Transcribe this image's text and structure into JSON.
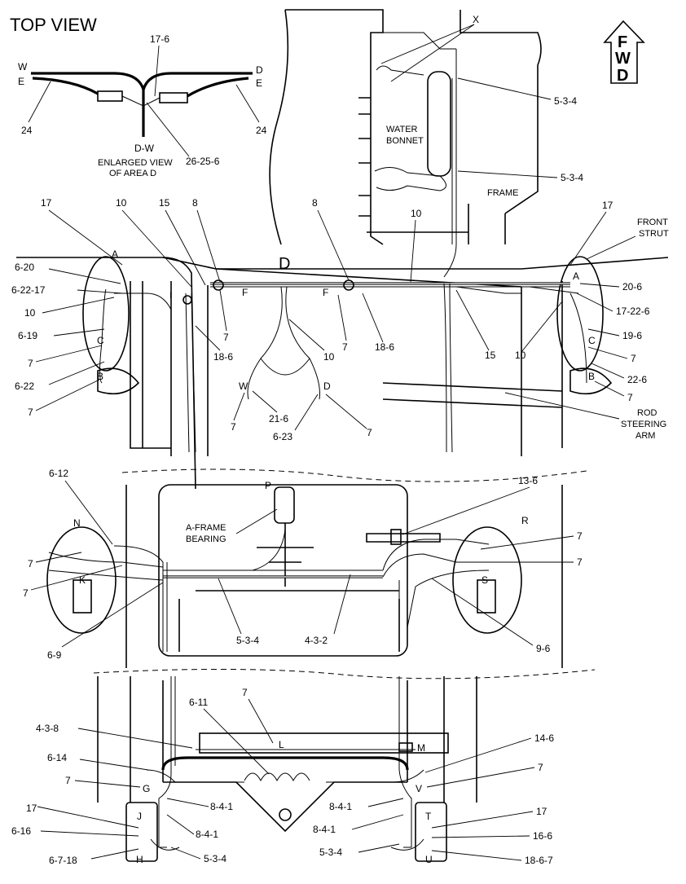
{
  "title": "TOP VIEW",
  "fwd_letters": [
    "F",
    "W",
    "D"
  ],
  "enlarged": {
    "line1": "ENLARGED VIEW",
    "line2": "OF AREA D",
    "w": "W",
    "e_left": "E",
    "d": "D",
    "e_right": "E",
    "dw": "D-W",
    "c17_6": "17-6",
    "c24_left": "24",
    "c24_right": "24",
    "c26_25_6": "26-25-6"
  },
  "text_labels": {
    "x": "X",
    "water_bonnet_1": "WATER",
    "water_bonnet_2": "BONNET",
    "frame": "FRAME",
    "front_strut_1": "FRONT",
    "front_strut_2": "STRUT",
    "rod_1": "ROD",
    "rod_2": "STEERING",
    "rod_3": "ARM",
    "aframe_1": "A-FRAME",
    "aframe_2": "BEARING",
    "area_d": "D"
  },
  "point_letters": {
    "A_left": "A",
    "A_right": "A",
    "B_left": "B",
    "B_right": "B",
    "C_left": "C",
    "C_right": "C",
    "F_left": "F",
    "F_right": "F",
    "W": "W",
    "D": "D",
    "I": "I",
    "P": "P",
    "N": "N",
    "R": "R",
    "K": "K",
    "S": "S",
    "L": "L",
    "M": "M",
    "G": "G",
    "V": "V",
    "J": "J",
    "T": "T",
    "H": "H",
    "U": "U"
  },
  "callouts": {
    "c5_3_4_a": "5-3-4",
    "c5_3_4_b": "5-3-4",
    "c17_left": "17",
    "c10_top": "10",
    "c15_top": "15",
    "c8_left": "8",
    "c8_right": "8",
    "c10_mid": "10",
    "c17_right": "17",
    "c6_20": "6-20",
    "c6_22_17": "6-22-17",
    "c10_left": "10",
    "c6_19": "6-19",
    "c7_l1": "7",
    "c6_22": "6-22",
    "c7_l2": "7",
    "c7_f_left": "7",
    "c18_6_left": "18-6",
    "c10_center": "10",
    "c7_f_right": "7",
    "c18_6_right": "18-6",
    "c15_right": "15",
    "c10_right": "10",
    "c20_6": "20-6",
    "c17_22_6": "17-22-6",
    "c19_6": "19-6",
    "c7_r1": "7",
    "c22_6": "22-6",
    "c7_r2": "7",
    "c7_w": "7",
    "c21_6": "21-6",
    "c6_23": "6-23",
    "c7_d": "7",
    "c6_12": "6-12",
    "c13_6": "13-6",
    "c7_n1": "7",
    "c7_n2": "7",
    "c7_r_a": "7",
    "c7_r_b": "7",
    "c6_9": "6-9",
    "c5_3_4_mid": "5-3-4",
    "c4_3_2": "4-3-2",
    "c9_6": "9-6",
    "c6_11": "6-11",
    "c7_l": "7",
    "c4_3_8": "4-3-8",
    "c6_14": "6-14",
    "c7_g": "7",
    "c17_j": "17",
    "c6_16": "6-16",
    "c6_7_18": "6-7-18",
    "c8_4_1_a": "8-4-1",
    "c8_4_1_b": "8-4-1",
    "c8_4_1_c": "8-4-1",
    "c8_4_1_d": "8-4-1",
    "c5_3_4_bl": "5-3-4",
    "c5_3_4_br": "5-3-4",
    "c14_6": "14-6",
    "c7_v": "7",
    "c17_t": "17",
    "c16_6": "16-6",
    "c18_6_7": "18-6-7"
  }
}
